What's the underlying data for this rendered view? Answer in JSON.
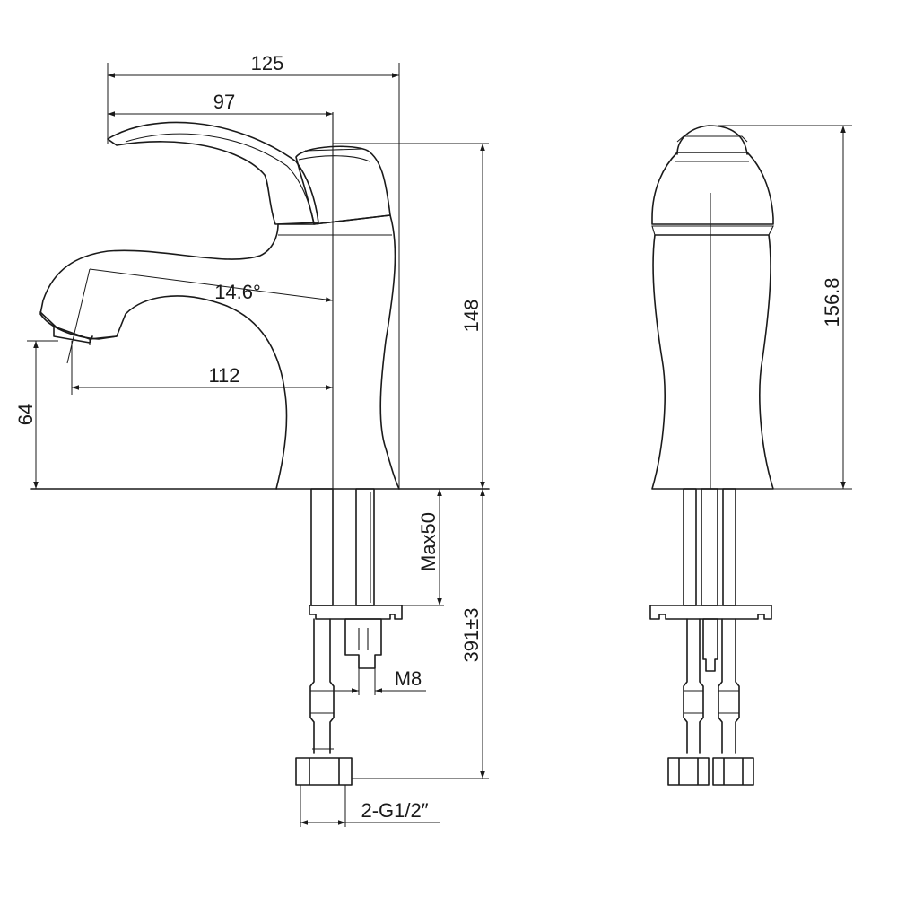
{
  "dimensions": {
    "overall_length": "125",
    "handle_length": "97",
    "spout_angle": "14.6°",
    "spout_reach": "112",
    "spout_height": "64",
    "body_height": "148",
    "side_height": "156.8",
    "deck_thickness": "Max50",
    "hose_length": "391±3",
    "stud_thread": "M8",
    "hose_connection": "2-G1/2″"
  }
}
